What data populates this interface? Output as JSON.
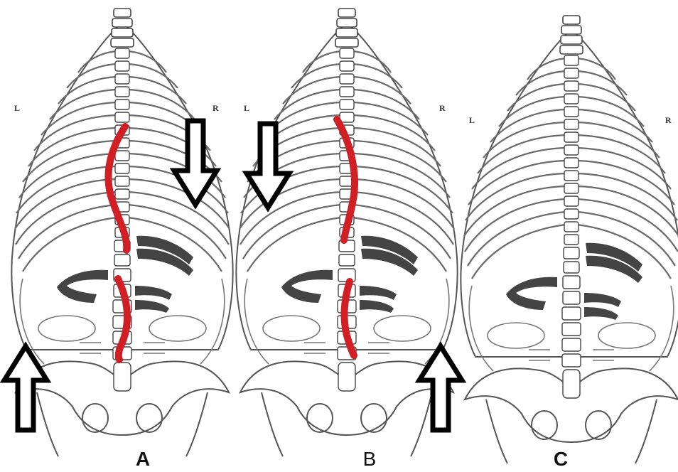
{
  "panels": [
    {
      "label": "A",
      "bold": true,
      "side_left": "L",
      "side_right": "R"
    },
    {
      "label": "B",
      "bold": false,
      "side_left": "L",
      "side_right": "R"
    },
    {
      "label": "C",
      "bold": true,
      "side_left": "L",
      "side_right": "R"
    }
  ],
  "colors": {
    "spine_curve": "#d11f26",
    "bone": "#4a4a4a",
    "dark_rib": "#404040",
    "arrow": "#000000"
  },
  "icons": {
    "arrow_down": "arrow-down-icon",
    "arrow_up": "arrow-up-icon"
  }
}
